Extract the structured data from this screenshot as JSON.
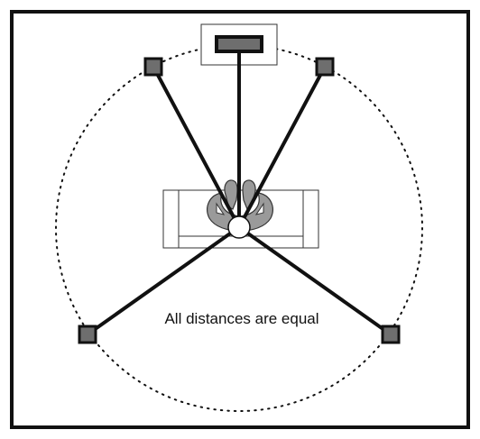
{
  "caption": "All distances are equal",
  "speakers": {
    "center": "center-speaker",
    "front_left": "front-left-speaker",
    "front_right": "front-right-speaker",
    "surround_left": "surround-left-speaker",
    "surround_right": "surround-right-speaker"
  },
  "colors": {
    "line": "#111111",
    "speaker_fill": "#6e6e6e",
    "listener_fill": "#9a9a9a",
    "background": "#ffffff"
  }
}
